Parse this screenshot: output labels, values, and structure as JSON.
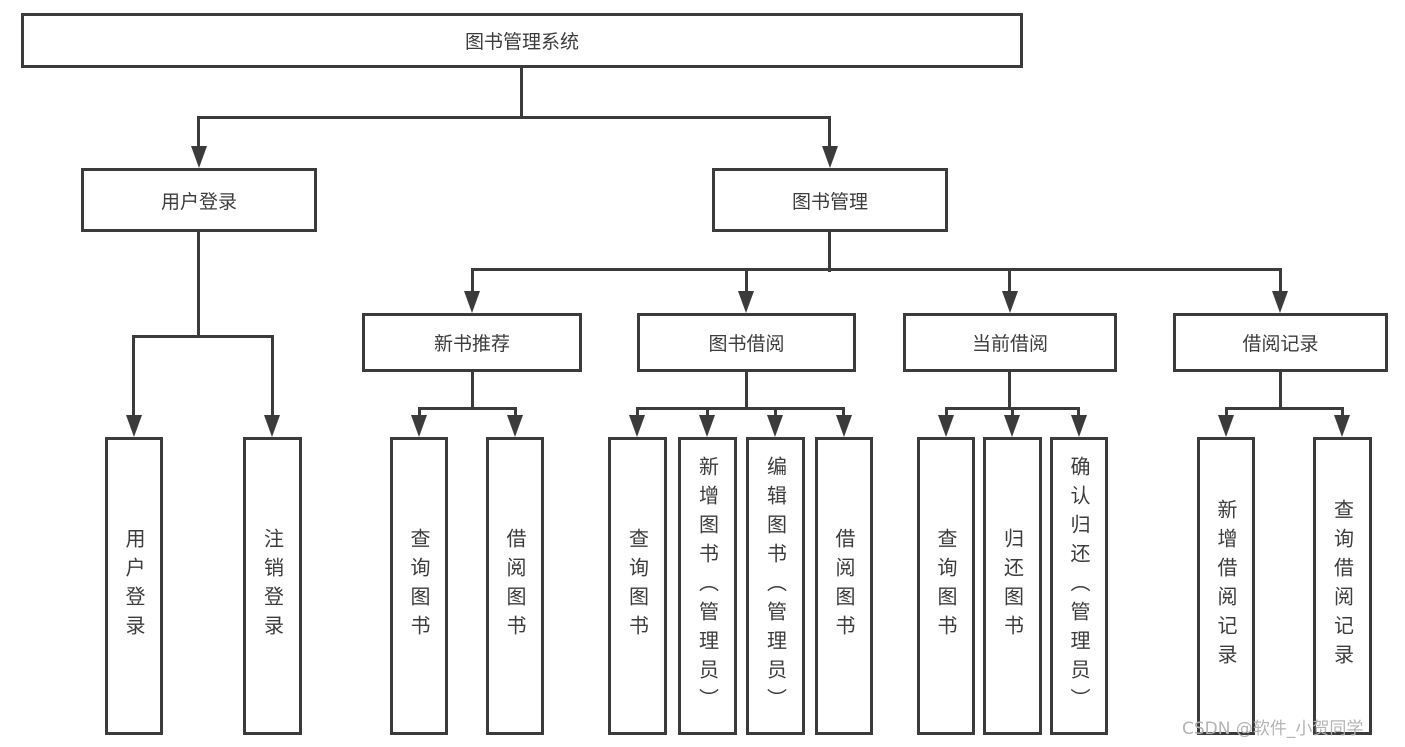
{
  "diagram": {
    "root": {
      "label": "图书管理系统"
    },
    "level2": [
      {
        "label": "用户登录"
      },
      {
        "label": "图书管理"
      }
    ],
    "level3": [
      {
        "label": "新书推荐"
      },
      {
        "label": "图书借阅"
      },
      {
        "label": "当前借阅"
      },
      {
        "label": "借阅记录"
      }
    ],
    "leaves": {
      "user_login": [
        "用户登录",
        "注销登录"
      ],
      "new_book": [
        "查询图书",
        "借阅图书"
      ],
      "book_borrow": [
        "查询图书",
        "新增图书（管理员）",
        "编辑图书（管理员）",
        "借阅图书"
      ],
      "current_borrow": [
        "查询图书",
        "归还图书",
        "确认归还（管理员）"
      ],
      "borrow_record": [
        "新增借阅记录",
        "查询借阅记录"
      ]
    }
  },
  "watermark": {
    "text": "CSDN @软件_小贺同学"
  },
  "colors": {
    "line": "#3b3b3b",
    "text": "#3c3c3c",
    "watermark": "#b4b4b4",
    "background": "#ffffff"
  }
}
